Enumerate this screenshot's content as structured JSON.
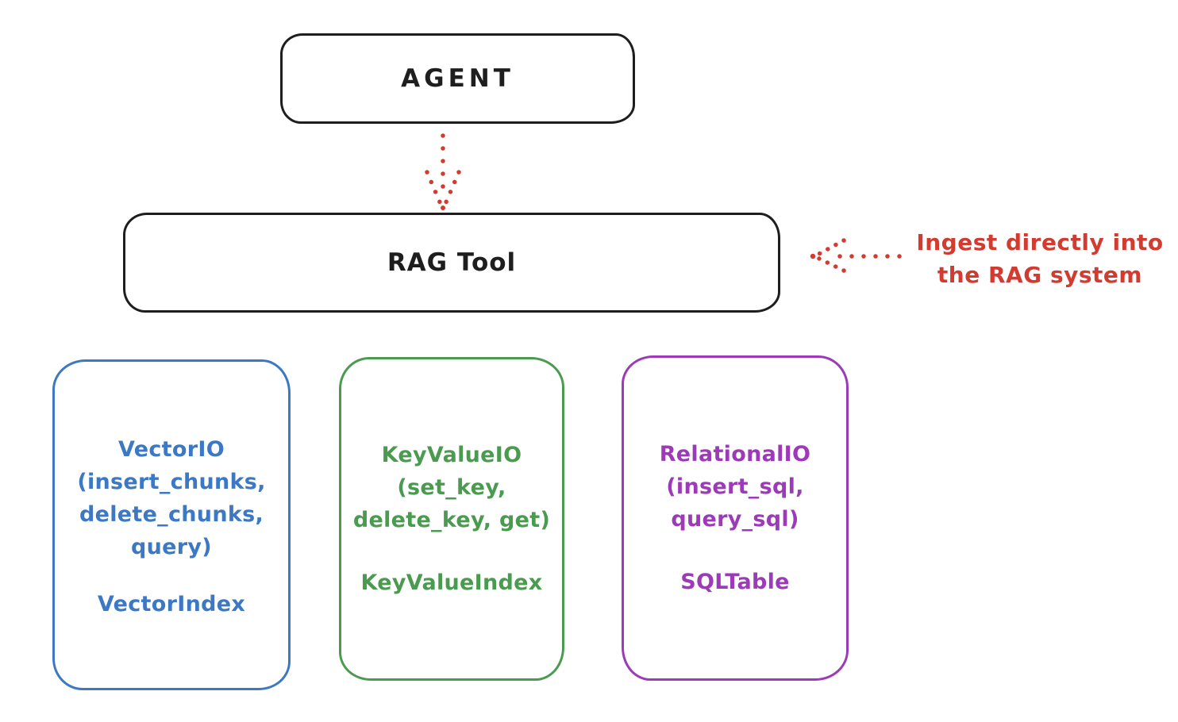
{
  "colors": {
    "ink": "#1e1e1e",
    "red": "#d23b30",
    "blue": "#3c78c4",
    "green": "#4a9b4f",
    "purple": "#9c3ab8",
    "canvas": "#ffffff"
  },
  "diagram": {
    "agent": {
      "label": "AGENT"
    },
    "rag_tool": {
      "label": "RAG Tool"
    },
    "annotation": {
      "line1": "Ingest directly into",
      "line2": "the RAG system"
    },
    "arrows": {
      "agent_to_rag": "dotted-down-arrow",
      "annotation_to_rag": "dotted-left-arrow"
    },
    "stores": [
      {
        "name": "vector-io",
        "color": "#3c78c4",
        "io_lines": [
          "VectorIO",
          "(insert_chunks,",
          "delete_chunks,",
          "query)"
        ],
        "index_label": "VectorIndex"
      },
      {
        "name": "keyvalue-io",
        "color": "#4a9b4f",
        "io_lines": [
          "KeyValueIO",
          "(set_key,",
          "delete_key, get)"
        ],
        "index_label": "KeyValueIndex"
      },
      {
        "name": "relational-io",
        "color": "#9c3ab8",
        "io_lines": [
          "RelationalIO",
          "(insert_sql,",
          "query_sql)"
        ],
        "index_label": "SQLTable"
      }
    ]
  }
}
